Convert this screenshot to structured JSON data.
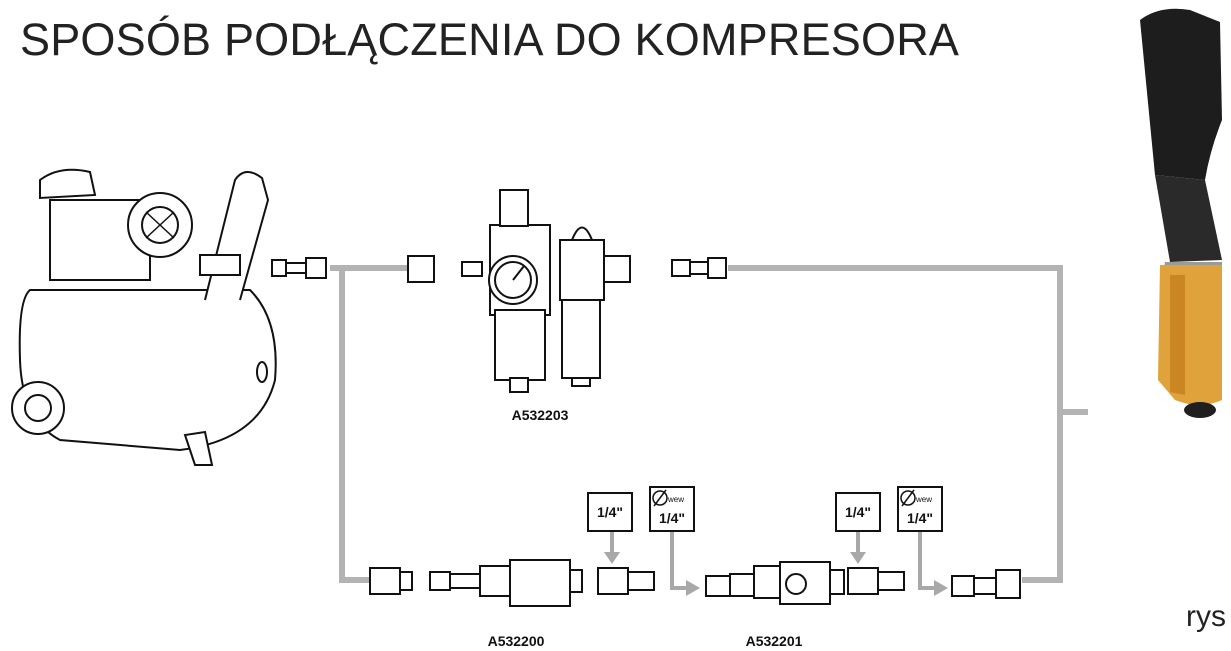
{
  "title": "SPOSÓB PODŁĄCZENIA DO KOMPRESORA",
  "parts": {
    "regulator": "A532203",
    "oiler": "A532200",
    "filter": "A532201"
  },
  "tags": {
    "thread_a": "1/4\"",
    "hose_a_sub": "wew",
    "hose_a": "1/4\"",
    "thread_b": "1/4\"",
    "hose_b_sub": "wew",
    "hose_b": "1/4\""
  },
  "caption": "rys"
}
